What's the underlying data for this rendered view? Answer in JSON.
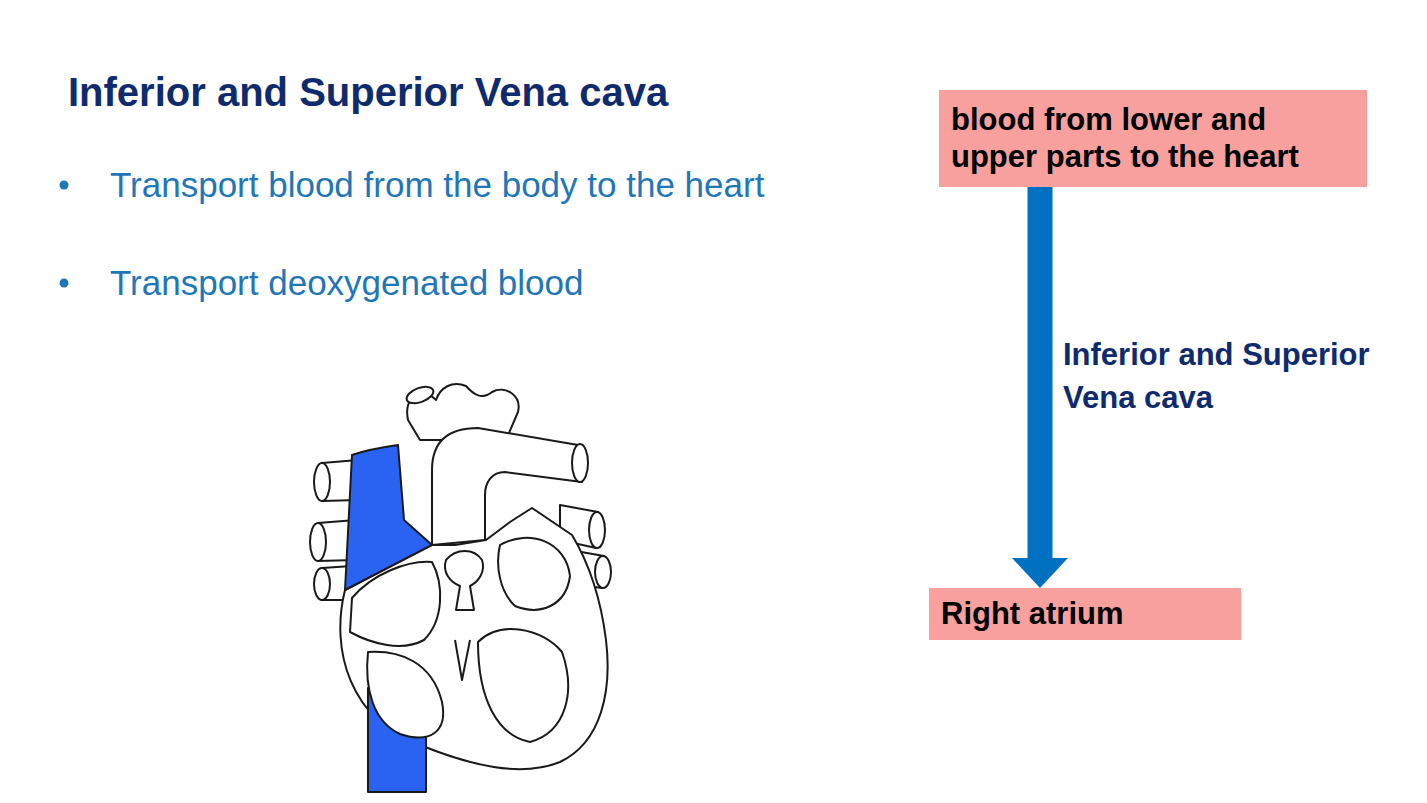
{
  "diagram": {
    "title": "Inferior and Superior Vena cava",
    "nodes": [
      {
        "text": [
          "blood from lower and upper parts to the heart"
        ]
      },
      {
        "text": [
          "Right atrium"
        ]
      }
    ],
    "edges": [
      {
        "from": 0,
        "to": 1,
        "arrow": "to",
        "label": "Inferior and Superior Vena cava"
      }
    ],
    "labels": [
      "Transport blood from the body to the heart",
      "Transport deoxygenated blood"
    ]
  }
}
